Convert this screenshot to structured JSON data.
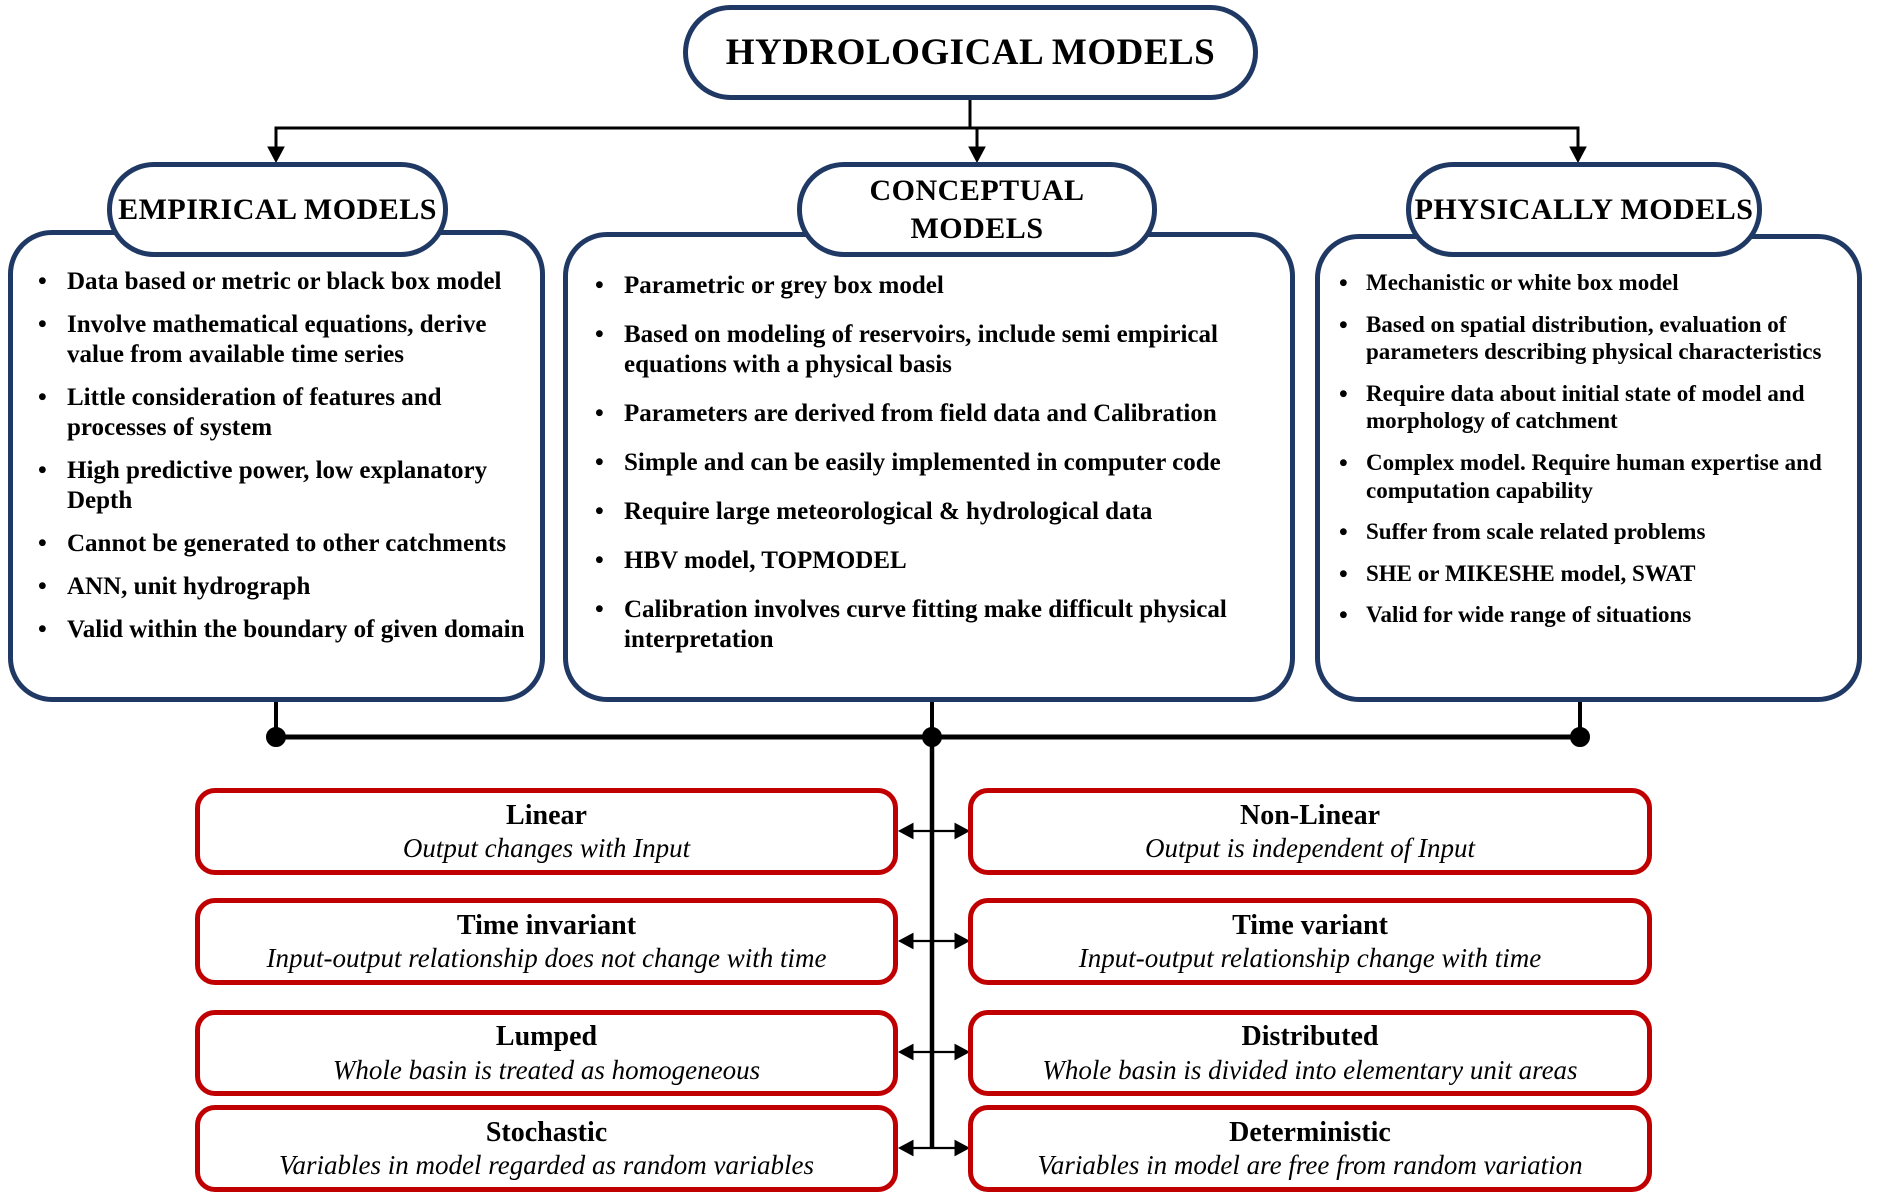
{
  "root": {
    "title": "HYDROLOGICAL MODELS"
  },
  "models": [
    {
      "label": "EMPIRICAL MODELS",
      "bullets": [
        "Data based or metric or black box model",
        "Involve mathematical equations, derive value from available time series",
        "Little consideration of features and processes of system",
        "High predictive power, low explanatory Depth",
        "Cannot be generated to other catchments",
        "ANN, unit hydrograph",
        "Valid within the boundary of given domain"
      ]
    },
    {
      "label": "CONCEPTUAL MODELS",
      "bullets": [
        "Parametric or grey box model",
        "Based on modeling of reservoirs, include semi empirical equations with a physical basis",
        "Parameters are derived from field data and Calibration",
        "Simple and can be easily implemented in computer code",
        "Require large meteorological & hydrological data",
        "HBV model, TOPMODEL",
        "Calibration involves curve fitting make difficult physical interpretation"
      ]
    },
    {
      "label": "PHYSICALLY MODELS",
      "bullets": [
        "Mechanistic or white box model",
        "Based on spatial distribution, evaluation of parameters describing physical characteristics",
        "Require data about initial state of model and morphology of catchment",
        "Complex model. Require human expertise and computation capability",
        "Suffer from scale related problems",
        "SHE or MIKESHE model, SWAT",
        "Valid for wide range of situations"
      ]
    }
  ],
  "dichotomies": [
    {
      "left": {
        "title": "Linear",
        "desc": "Output changes with Input"
      },
      "right": {
        "title": "Non-Linear",
        "desc": "Output is independent of Input"
      }
    },
    {
      "left": {
        "title": "Time invariant",
        "desc": "Input-output relationship does not change with time"
      },
      "right": {
        "title": "Time variant",
        "desc": "Input-output relationship change with time"
      }
    },
    {
      "left": {
        "title": "Lumped",
        "desc": "Whole basin is treated as homogeneous"
      },
      "right": {
        "title": "Distributed",
        "desc": "Whole basin is divided into elementary unit areas"
      }
    },
    {
      "left": {
        "title": "Stochastic",
        "desc": "Variables in model regarded as random variables"
      },
      "right": {
        "title": "Deterministic",
        "desc": "Variables in model are free from random variation"
      }
    }
  ],
  "colors": {
    "navy_border": "#1f3864",
    "red_border": "#c00000",
    "line": "#000000",
    "background": "#ffffff",
    "text": "#000000"
  }
}
